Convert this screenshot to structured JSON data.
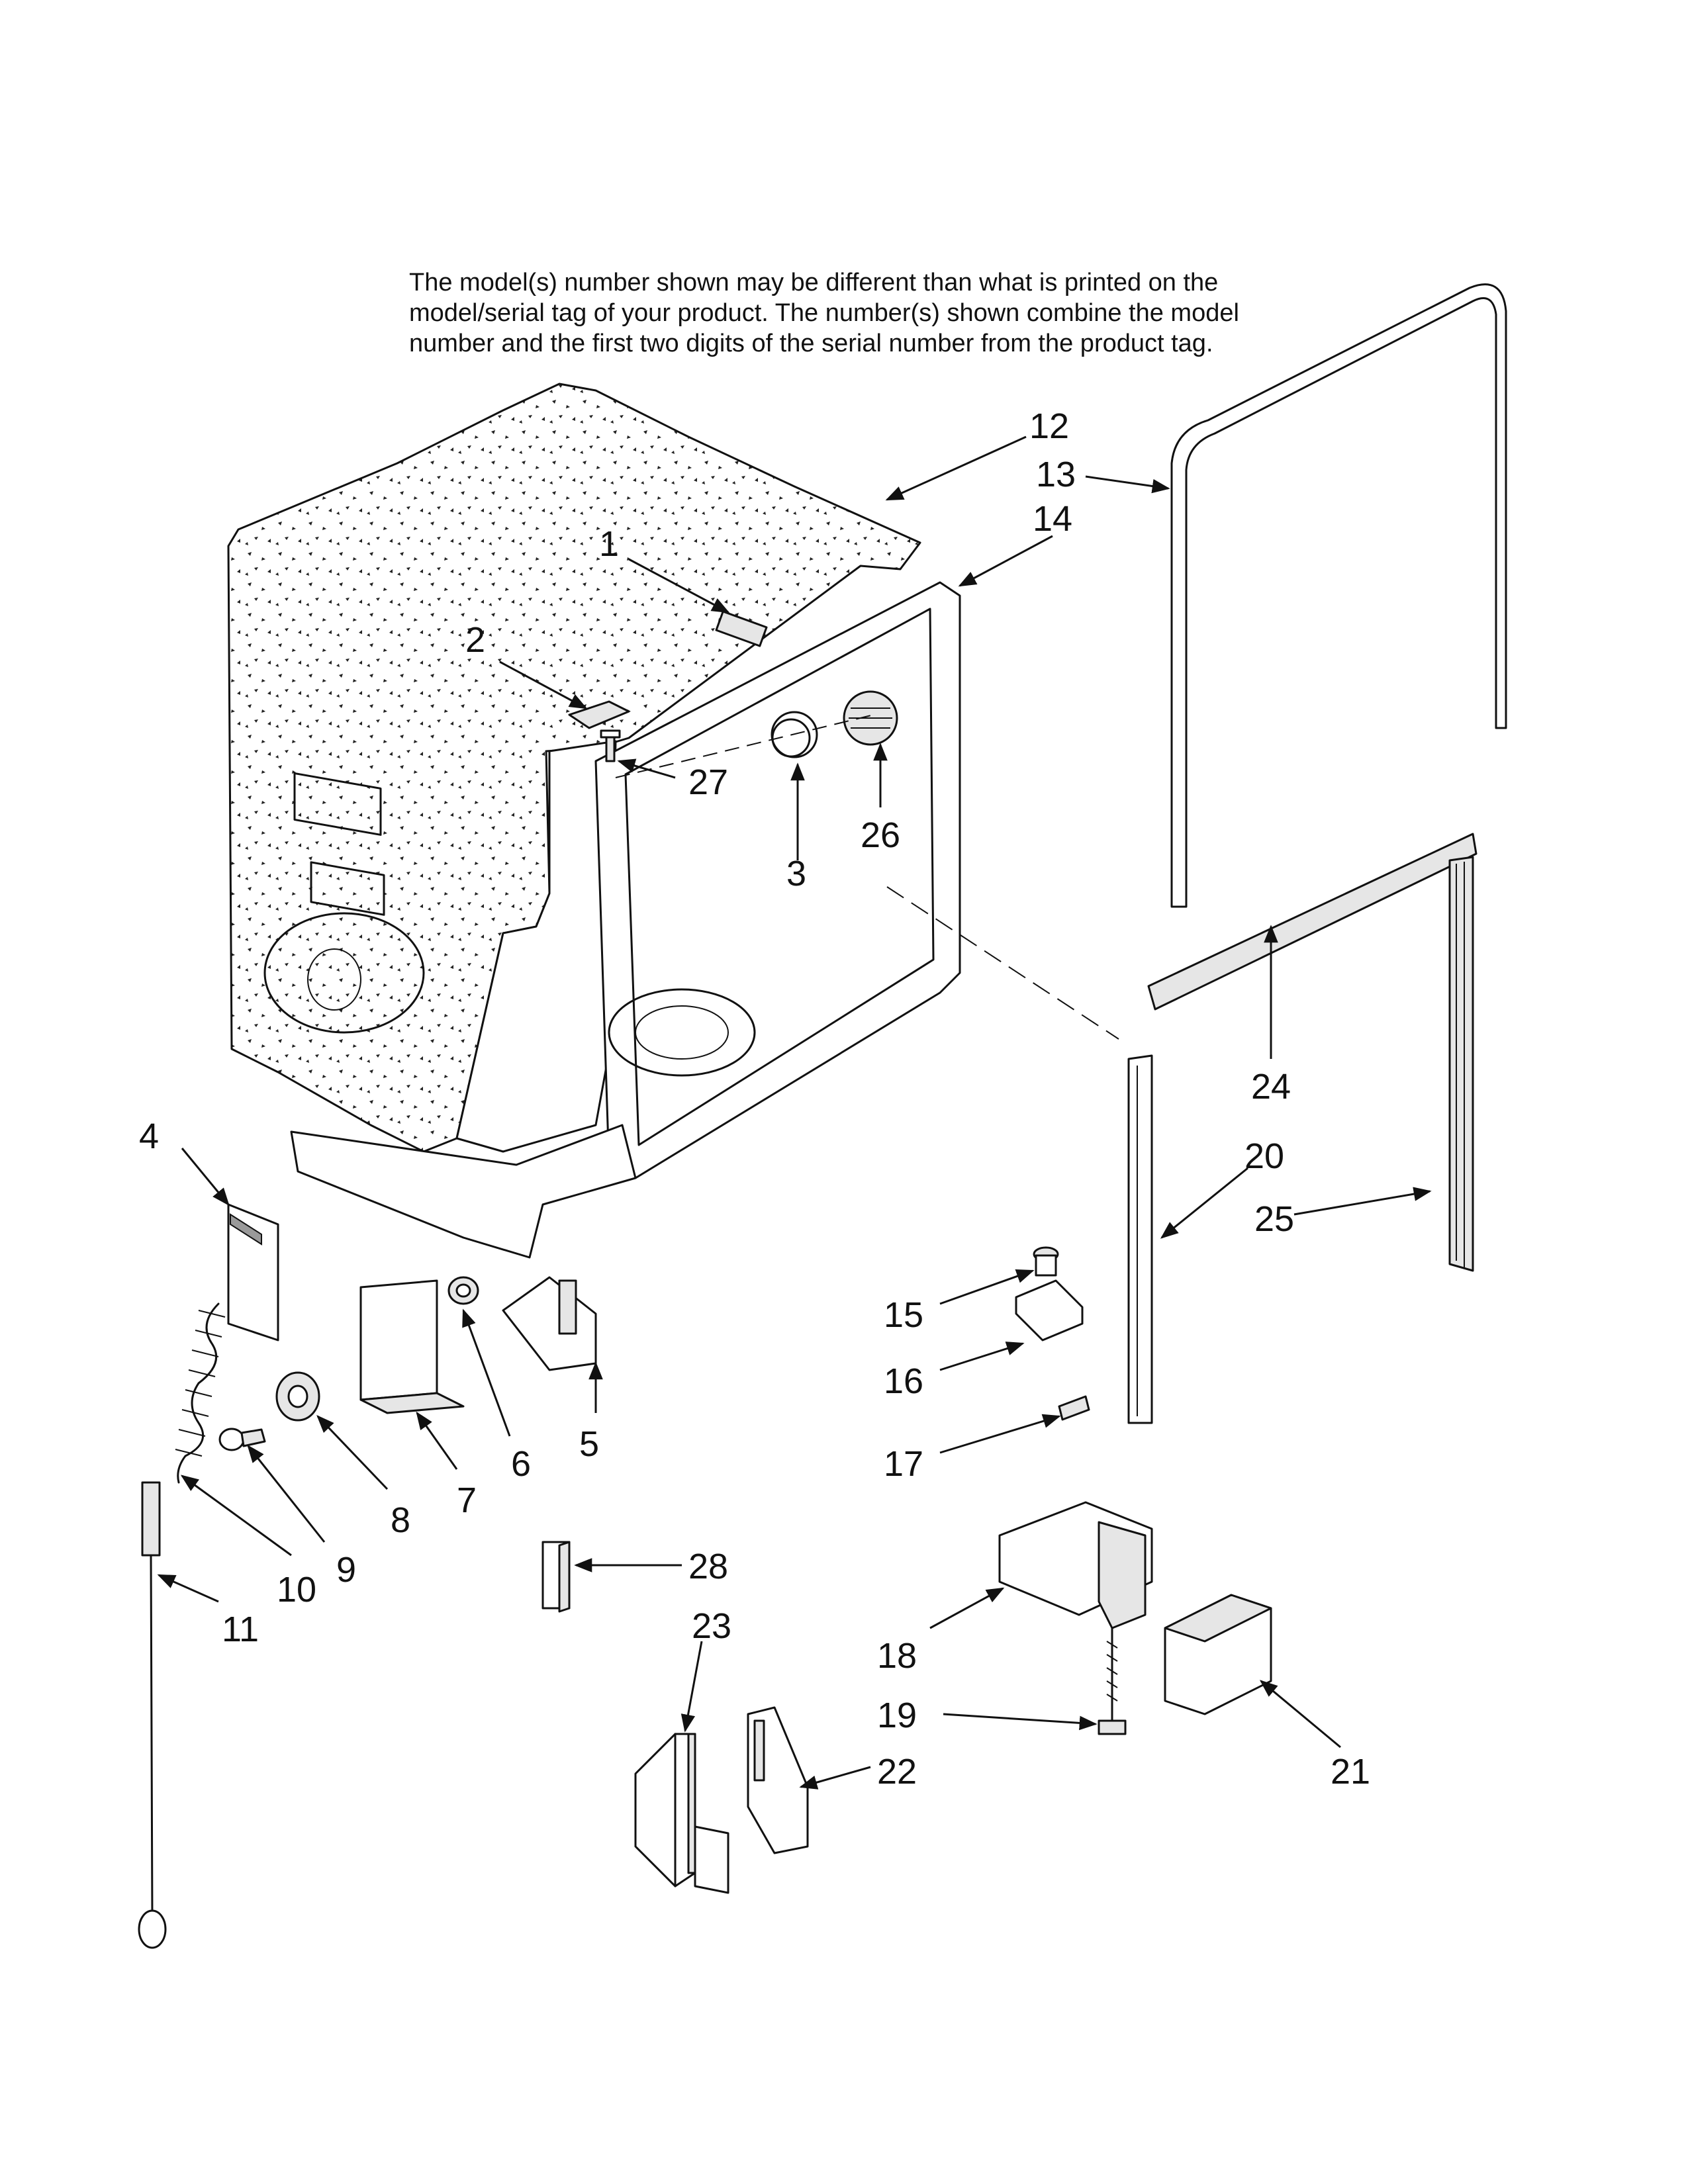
{
  "notice": {
    "lines": [
      "The model(s) number shown may be different than what is printed on the",
      "model/serial tag of your product. The number(s) shown combine the model",
      "number and the first two digits of the serial number from the product tag."
    ]
  },
  "callouts": [
    "1",
    "2",
    "3",
    "4",
    "5",
    "6",
    "7",
    "8",
    "9",
    "10",
    "11",
    "12",
    "13",
    "14",
    "15",
    "16",
    "17",
    "18",
    "19",
    "20",
    "21",
    "22",
    "23",
    "24",
    "25",
    "26",
    "27",
    "28"
  ]
}
